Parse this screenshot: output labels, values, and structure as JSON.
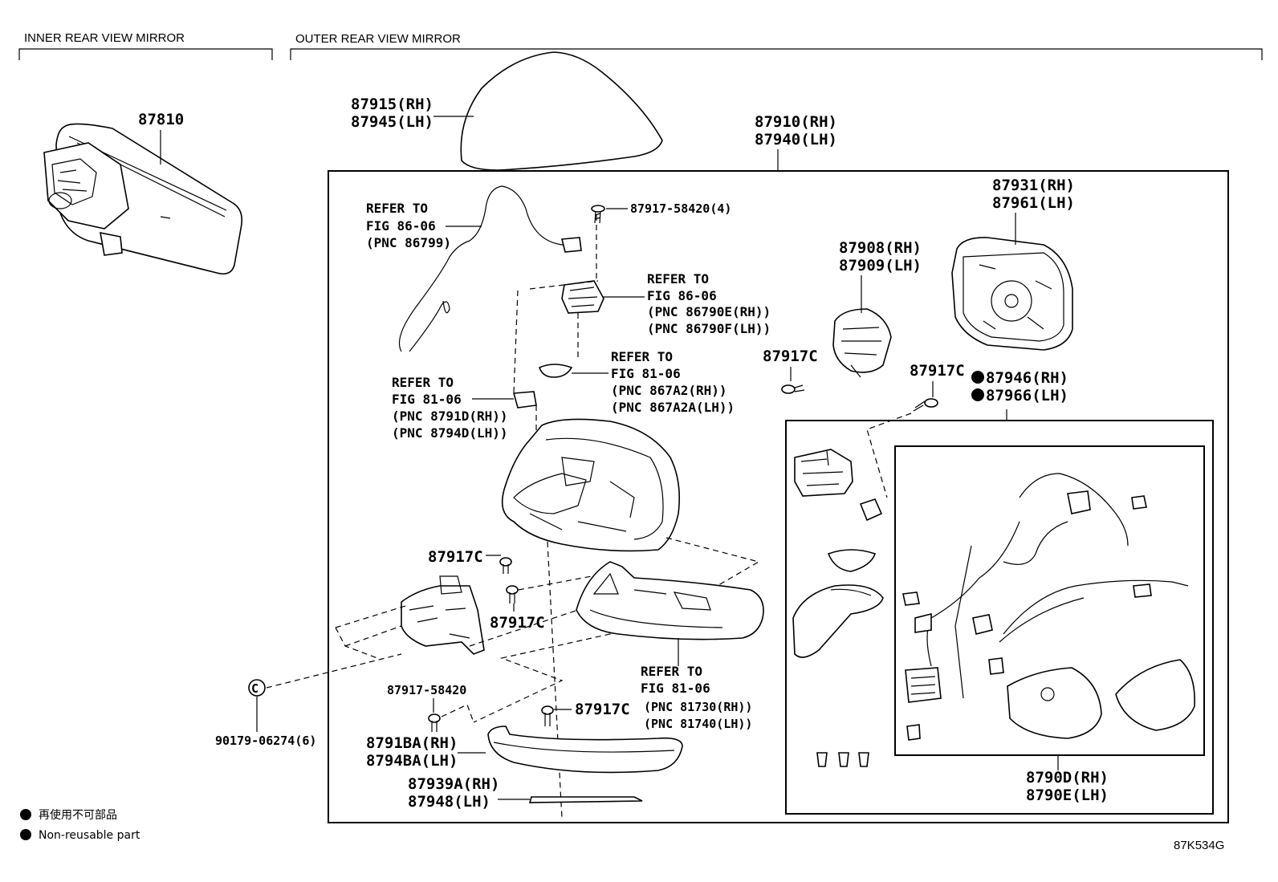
{
  "sections": {
    "inner": "INNER REAR VIEW MIRROR",
    "outer": "OUTER REAR VIEW MIRROR"
  },
  "parts": {
    "p87810": "87810",
    "p87915": "87915(RH)",
    "p87945": "87945(LH)",
    "p87910": "87910(RH)",
    "p87940": "87940(LH)",
    "p87931": "87931(RH)",
    "p87961": "87961(LH)",
    "p87908": "87908(RH)",
    "p87909": "87909(LH)",
    "p87917_58420_4": "87917-58420(4)",
    "p87917C_a": "87917C",
    "p87917C_b": "87917C",
    "p87917C_c": "87917C",
    "p87917C_d": "87917C",
    "p87917C_e": "87917C",
    "p87946": "87946(RH)",
    "p87966": "87966(LH)",
    "p87917_58420": "87917-58420",
    "p8791BA": "8791BA(RH)",
    "p8794BA": "8794BA(LH)",
    "p87939A": "87939A(RH)",
    "p87948": "87948(LH)",
    "p90179": "90179-06274(6)",
    "p8790D": "8790D(RH)",
    "p8790E": "8790E(LH)",
    "washer_symbol": "C"
  },
  "refs": {
    "r1": [
      "REFER TO",
      "FIG 86-06",
      "(PNC 86799)"
    ],
    "r2": [
      "REFER TO",
      "FIG 86-06",
      "(PNC 86790E(RH))",
      "(PNC 86790F(LH))"
    ],
    "r3": [
      "REFER TO",
      "FIG 81-06",
      "(PNC 867A2(RH))",
      "(PNC 867A2A(LH))"
    ],
    "r4": [
      "REFER TO",
      "FIG 81-06",
      "(PNC 8791D(RH))",
      "(PNC 8794D(LH))"
    ],
    "r5": [
      "REFER TO",
      "FIG 81-06",
      "(PNC 81730(RH))",
      "(PNC 81740(LH))"
    ]
  },
  "legend": {
    "jp": "再使用不可部品",
    "en": "Non-reusable part"
  },
  "diagram_code": "87K534G",
  "icons": [
    "non-reusable-dot-icon",
    "washer-clip-icon",
    "screw-icon"
  ]
}
